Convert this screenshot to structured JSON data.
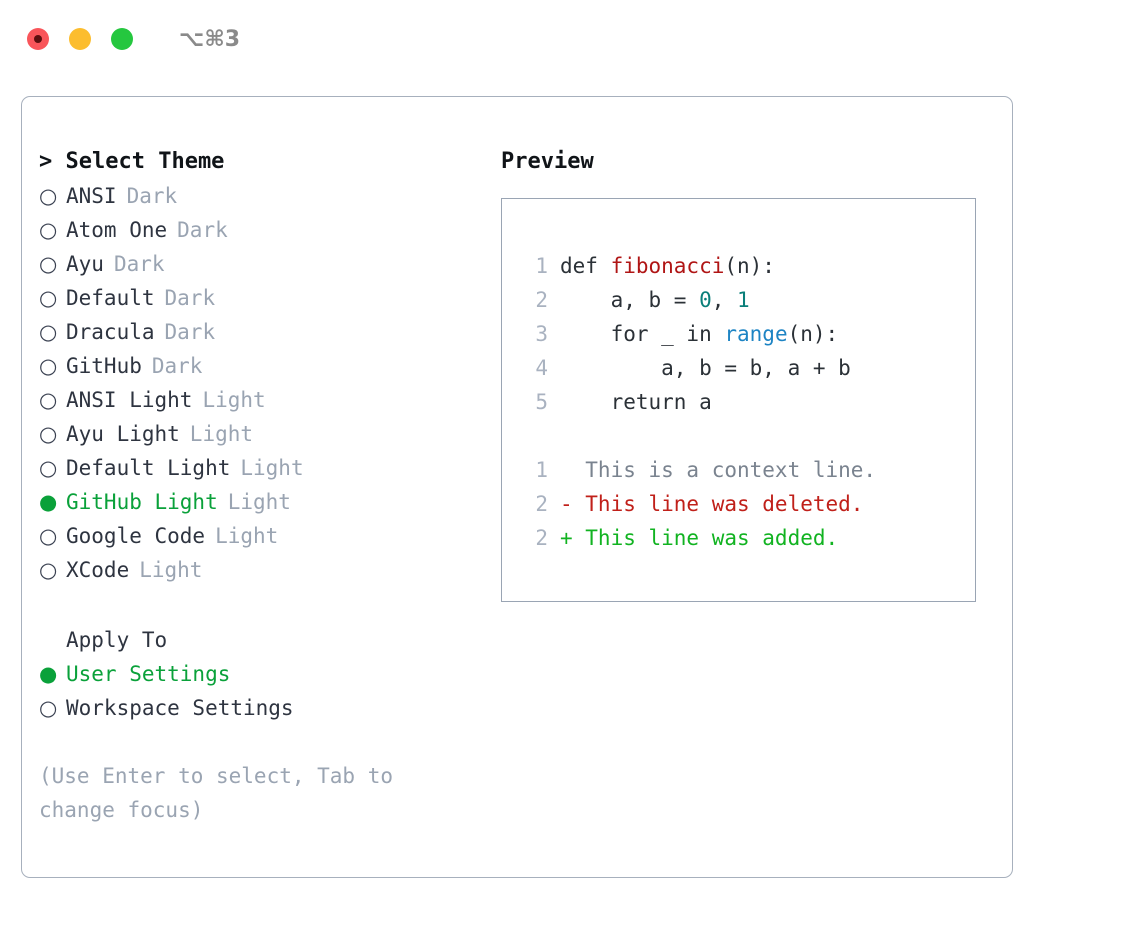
{
  "titlebar": {
    "shortcut": "⌥⌘3",
    "lights": [
      {
        "name": "close",
        "color": "#f9555a"
      },
      {
        "name": "minimize",
        "color": "#fcbd2e"
      },
      {
        "name": "maximize",
        "color": "#25c73f"
      }
    ]
  },
  "theme_list": {
    "header": "> Select Theme",
    "marker": ">",
    "selected_glyph": "●",
    "unselected_glyph": "○",
    "items": [
      {
        "glyph": "○",
        "label": "ANSI",
        "tag": "Dark",
        "selected": false
      },
      {
        "glyph": "○",
        "label": "Atom One",
        "tag": "Dark",
        "selected": false
      },
      {
        "glyph": "○",
        "label": "Ayu",
        "tag": "Dark",
        "selected": false
      },
      {
        "glyph": "○",
        "label": "Default",
        "tag": "Dark",
        "selected": false
      },
      {
        "glyph": "○",
        "label": "Dracula",
        "tag": "Dark",
        "selected": false
      },
      {
        "glyph": "○",
        "label": "GitHub",
        "tag": "Dark",
        "selected": false
      },
      {
        "glyph": "○",
        "label": "ANSI Light",
        "tag": "Light",
        "selected": false
      },
      {
        "glyph": "○",
        "label": "Ayu Light",
        "tag": "Light",
        "selected": false
      },
      {
        "glyph": "○",
        "label": "Default Light",
        "tag": "Light",
        "selected": false
      },
      {
        "glyph": "●",
        "label": "GitHub Light",
        "tag": "Light",
        "selected": true
      },
      {
        "glyph": "○",
        "label": "Google Code",
        "tag": "Light",
        "selected": false
      },
      {
        "glyph": "○",
        "label": "XCode",
        "tag": "Light",
        "selected": false
      }
    ]
  },
  "apply_to": {
    "title": "Apply To",
    "items": [
      {
        "glyph": "●",
        "label": "User Settings",
        "selected": true
      },
      {
        "glyph": "○",
        "label": "Workspace Settings",
        "selected": false
      }
    ]
  },
  "hint": "(Use Enter to select, Tab to change focus)",
  "preview": {
    "title": "Preview",
    "code_lines": [
      {
        "no": "1",
        "parts": [
          {
            "t": "def ",
            "c": "plain"
          },
          {
            "t": "fibonacci",
            "c": "fn"
          },
          {
            "t": "(n):",
            "c": "plain"
          }
        ]
      },
      {
        "no": "2",
        "parts": [
          {
            "t": "    a, b = ",
            "c": "plain"
          },
          {
            "t": "0",
            "c": "num"
          },
          {
            "t": ", ",
            "c": "plain"
          },
          {
            "t": "1",
            "c": "num"
          }
        ]
      },
      {
        "no": "3",
        "parts": [
          {
            "t": "    for _ in ",
            "c": "plain"
          },
          {
            "t": "range",
            "c": "bi"
          },
          {
            "t": "(n):",
            "c": "plain"
          }
        ]
      },
      {
        "no": "4",
        "parts": [
          {
            "t": "        a, b = b, a + b",
            "c": "plain"
          }
        ]
      },
      {
        "no": "5",
        "parts": [
          {
            "t": "    return a",
            "c": "plain"
          }
        ]
      }
    ],
    "diff_lines": [
      {
        "no": "1",
        "kind": "ctx",
        "text": "  This is a context line."
      },
      {
        "no": "2",
        "kind": "del",
        "text": "- This line was deleted."
      },
      {
        "no": "2",
        "kind": "add",
        "text": "+ This line was added."
      }
    ]
  },
  "colors": {
    "accent_green": "#0aa13a",
    "diff_add": "#11b321",
    "diff_del": "#c0201a",
    "diff_ctx": "#7a838f",
    "muted": "#9aa4b2",
    "border": "#a7b0bd",
    "syntax_function": "#b01515",
    "syntax_number": "#0a7f7a",
    "syntax_builtin": "#1d84c4"
  }
}
